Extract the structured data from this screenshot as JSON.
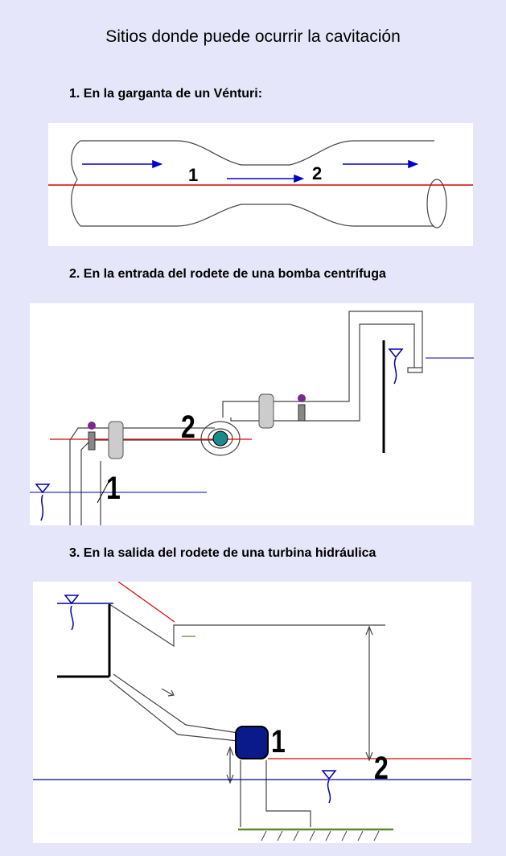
{
  "title": "Sitios donde puede ocurrir la cavitación",
  "sections": [
    {
      "heading": "1.  En la garganta de un Vénturi:",
      "point1": "1",
      "point2": "2"
    },
    {
      "heading": "2.  En la entrada del rodete de una bomba centrífuga",
      "point1": "1",
      "point2": "2"
    },
    {
      "heading": "3.  En la salida del rodete de una turbina hidráulica",
      "point1": "1",
      "point2": "2"
    }
  ],
  "colors": {
    "background": "#e6e6fa",
    "panel": "#ffffff",
    "flow_arrow": "#0000cc",
    "energy_line": "#dd0000",
    "water_level": "#0000aa",
    "pipe": "#444444",
    "pump_impeller": "#1a8a8a",
    "turbine_runner": "#0a1a8a",
    "ground": "#5a8a2a"
  }
}
